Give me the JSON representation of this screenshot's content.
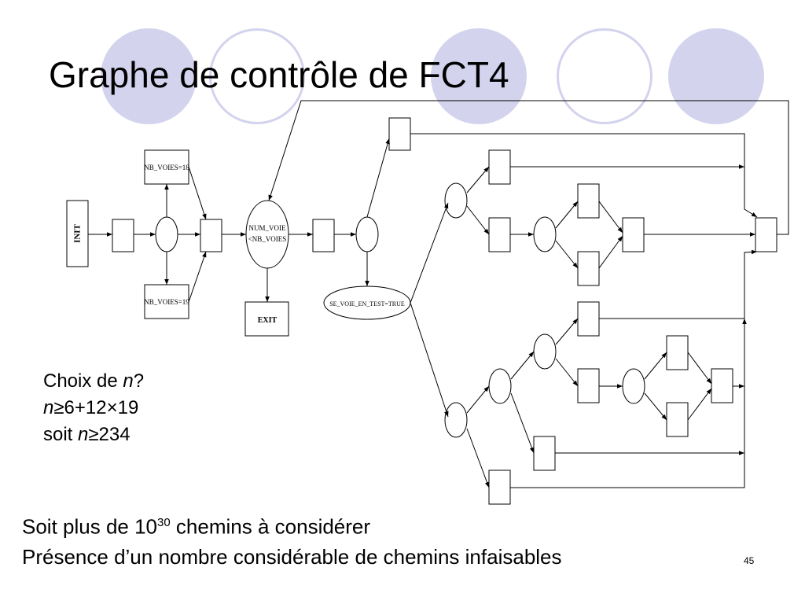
{
  "slide": {
    "title": "Graphe de contrôle de FCT4",
    "page_number": "45",
    "colors": {
      "decor_circle": "#d3d3ee",
      "text": "#000000"
    }
  },
  "diagram": {
    "nodes": {
      "init": "INIT",
      "nb_voies_18": "NB_VOIES=18",
      "nb_voies_19": "NB_VOIES=19",
      "num_voie_line1": "NUM_VOIE",
      "num_voie_line2": "<NB_VOIES",
      "exit": "EXIT",
      "se_voie": "SE_VOIE_EN_TEST=TRUE"
    }
  },
  "text": {
    "choice_prefix": "Choix de ",
    "n": "n",
    "question": "?",
    "ineq_symbol": "≥",
    "formula_rest": "6+12×19",
    "soit": "soit ",
    "value": "234",
    "paths_prefix": "Soit plus de 10",
    "paths_exp": "30",
    "paths_suffix": " chemins à considérer",
    "infeasible": "Présence d’un nombre considérable de chemins infaisables"
  }
}
